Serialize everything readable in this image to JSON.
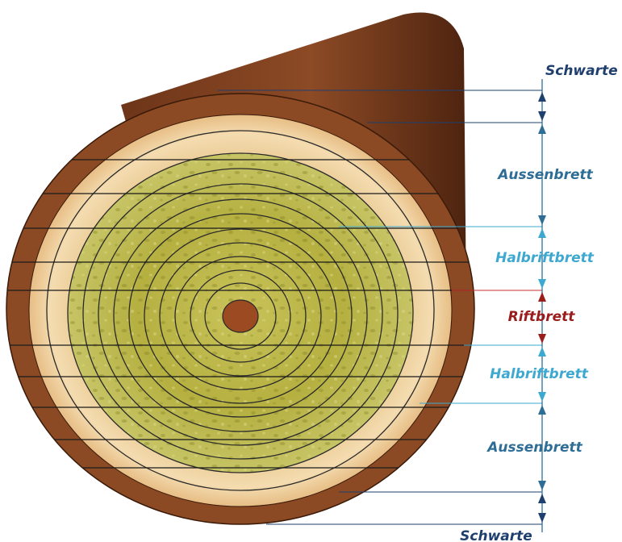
{
  "labels": [
    {
      "id": "schwarte-top",
      "text": "Schwarte",
      "color": "#1f3f6e"
    },
    {
      "id": "aussenbrett-top",
      "text": "Aussenbrett",
      "color": "#2e6d95"
    },
    {
      "id": "halbriftbrett-top",
      "text": "Halbriftbrett",
      "color": "#3da8d0"
    },
    {
      "id": "riftbrett",
      "text": "Riftbrett",
      "color": "#9b1c1c"
    },
    {
      "id": "halbriftbrett-bottom",
      "text": "Halbriftbrett",
      "color": "#3da8d0"
    },
    {
      "id": "aussenbrett-bottom",
      "text": "Aussenbrett",
      "color": "#2e6d95"
    },
    {
      "id": "schwarte-bottom",
      "text": "Schwarte",
      "color": "#1f3f6e"
    }
  ],
  "colors": {
    "bark": "#8b4a24",
    "bark_dark": "#5e2c14",
    "sapwood": "#f0d3a0",
    "heartwood": "#b8b545",
    "pith": "#9c4a22",
    "ring_line": "#2a2a2a",
    "cut_line": "#1a1a1a"
  }
}
